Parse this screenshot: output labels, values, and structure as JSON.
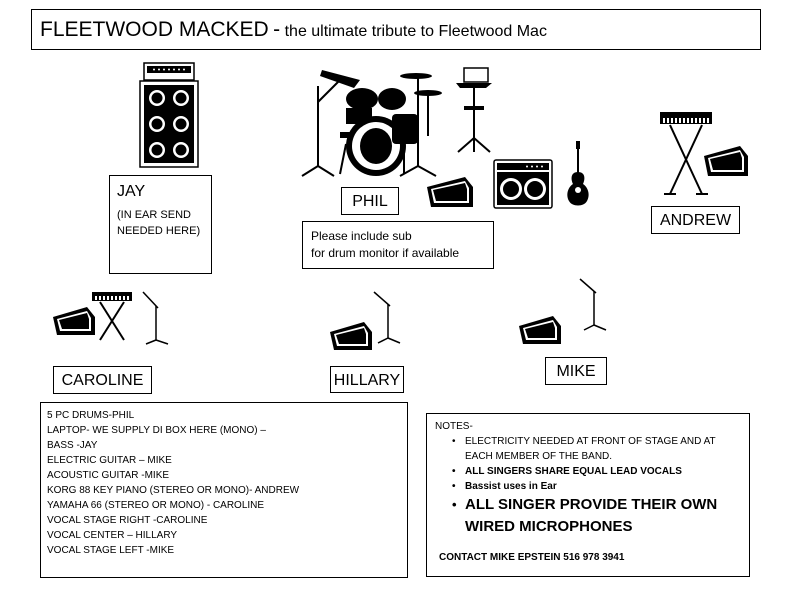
{
  "title": {
    "band": "FLEETWOOD MACKED",
    "separator": "-",
    "subtitle": "the ultimate tribute to Fleetwood Mac"
  },
  "members": {
    "jay": {
      "name": "JAY",
      "note_lines": [
        "(IN EAR SEND",
        "NEEDED HERE)"
      ]
    },
    "phil": {
      "name": "PHIL",
      "note_lines": [
        "Please include sub",
        "for drum monitor if available"
      ]
    },
    "andrew": {
      "name": "ANDREW"
    },
    "caroline": {
      "name": "CAROLINE"
    },
    "hillary": {
      "name": "HILLARY"
    },
    "mike": {
      "name": "MIKE"
    }
  },
  "input_list": [
    "5 PC DRUMS-PHIL",
    "LAPTOP- WE SUPPLY DI BOX HERE (MONO) –",
    "BASS -JAY",
    "ELECTRIC GUITAR – MIKE",
    "ACOUSTIC GUITAR -MIKE",
    "KORG 88 KEY PIANO (STEREO OR MONO)- ANDREW",
    "YAMAHA 66 (STEREO OR MONO) - CAROLINE",
    "VOCAL STAGE RIGHT -CAROLINE",
    "VOCAL CENTER – HILLARY",
    "VOCAL STAGE LEFT -MIKE"
  ],
  "notes": {
    "header": "NOTES-",
    "items": [
      {
        "lines": [
          "ELECTRICITY NEEDED AT FRONT OF STAGE AND AT",
          "EACH MEMBER OF THE BAND."
        ],
        "style": "normal"
      },
      {
        "lines": [
          "ALL SINGERS SHARE EQUAL LEAD VOCALS"
        ],
        "style": "bold"
      },
      {
        "lines": [
          "Bassist uses in Ear"
        ],
        "style": "bold"
      },
      {
        "lines": [
          "ALL SINGER PROVIDE THEIR OWN",
          "WIRED MICROPHONES"
        ],
        "style": "big"
      }
    ],
    "bullet": "•",
    "contact": "CONTACT MIKE EPSTEIN 516 978 3941"
  },
  "icons": {
    "bass_rig": "bass-amp-cabinet-icon",
    "drums": "drum-kit-icon",
    "laptop": "laptop-stand-icon",
    "monitor": "floor-monitor-wedge-icon",
    "guitar_amp": "guitar-amp-icon",
    "acoustic_guitar": "acoustic-guitar-icon",
    "keyboard": "keyboard-on-stand-icon",
    "mic_stand": "mic-stand-icon"
  }
}
